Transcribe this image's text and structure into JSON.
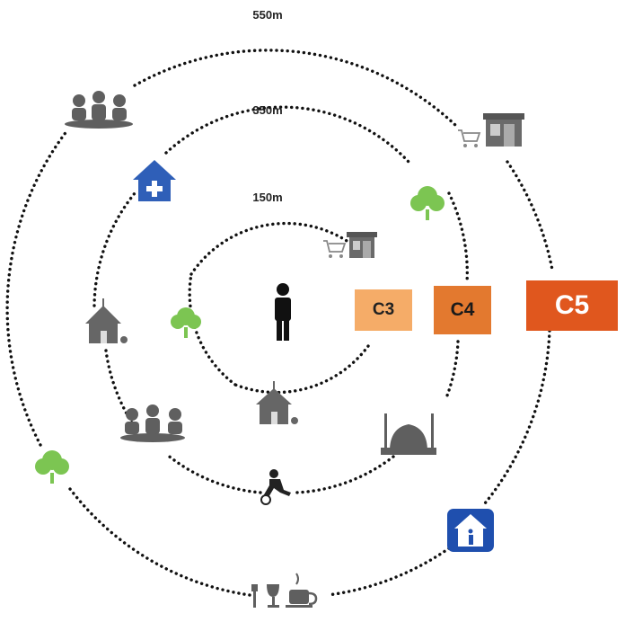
{
  "rings": [
    {
      "label": "150m"
    },
    {
      "label": "350m"
    },
    {
      "label": "550m"
    }
  ],
  "badges": [
    {
      "label": "C3",
      "color": "#f5ac68",
      "text_color": "#222222"
    },
    {
      "label": "C4",
      "color": "#e3792f",
      "text_color": "#1a1a1a"
    },
    {
      "label": "C5",
      "color": "#e0571e",
      "text_color": "#ffffff"
    }
  ],
  "icons": [
    "person-icon",
    "shopping-cart-store-icon",
    "tree-icon",
    "school-icon",
    "hospital-icon",
    "meeting-group-icon",
    "mosque-icon",
    "football-player-icon",
    "information-office-icon",
    "restaurant-cafe-icon"
  ],
  "colors": {
    "icon_gray": "#5f5f5f",
    "tree_green": "#7cc552",
    "hospital_blue": "#2f5fb8",
    "info_blue": "#1f4fae"
  }
}
